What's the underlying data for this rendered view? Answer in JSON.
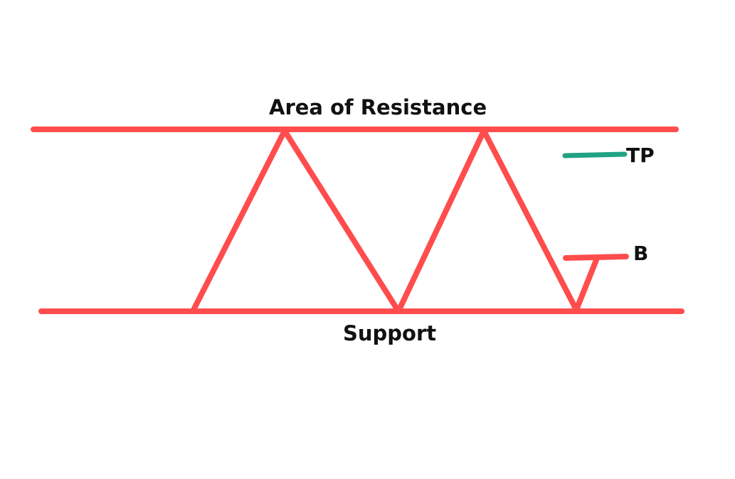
{
  "labels": {
    "resistance": "Area of Resistance",
    "support": "Support",
    "take_profit": "TP",
    "buy": "B"
  },
  "colors": {
    "background": "#ffffff",
    "lines": "#ff4d4d",
    "take_profit": "#1fa383",
    "text": "#111111"
  }
}
